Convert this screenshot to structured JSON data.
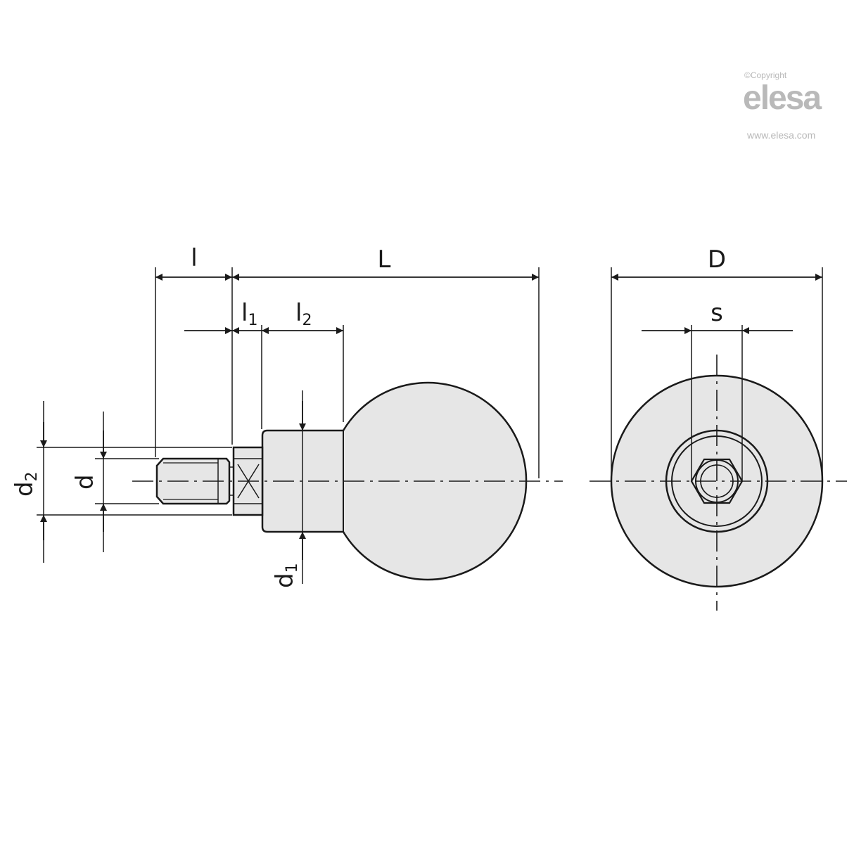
{
  "watermark": {
    "copyright": "©Copyright",
    "logo": "elesa",
    "url": "www.elesa.com"
  },
  "dimensions": {
    "l": "l",
    "L": "L",
    "l1_base": "l",
    "l1_sub": "1",
    "l2_base": "l",
    "l2_sub": "2",
    "d": "d",
    "d1_base": "d",
    "d1_sub": "1",
    "d2_base": "d",
    "d2_sub": "2",
    "D": "D",
    "s": "s"
  }
}
